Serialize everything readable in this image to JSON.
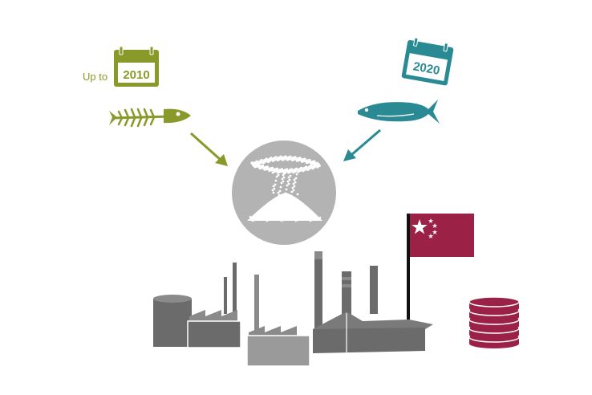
{
  "left_period": {
    "prefix": "Up to",
    "year": "2010",
    "calendar_icon": "calendar-icon",
    "fish_icon": "fish-skeleton-icon",
    "color": "#8a9a2a"
  },
  "right_period": {
    "year": "2020",
    "calendar_icon": "calendar-icon",
    "fish_icon": "fish-icon",
    "color": "#2a8a94"
  },
  "center": {
    "icon": "fishmeal-circle-icon",
    "color": "#b3b3b3"
  },
  "factory": {
    "icon": "factory-icon",
    "color": "#6b6b6b"
  },
  "flag": {
    "icon": "china-flag-icon",
    "color": "#9c2146",
    "star_color": "#ffffff"
  },
  "coins": {
    "icon": "coin-stack-icon",
    "color": "#9c2146"
  }
}
